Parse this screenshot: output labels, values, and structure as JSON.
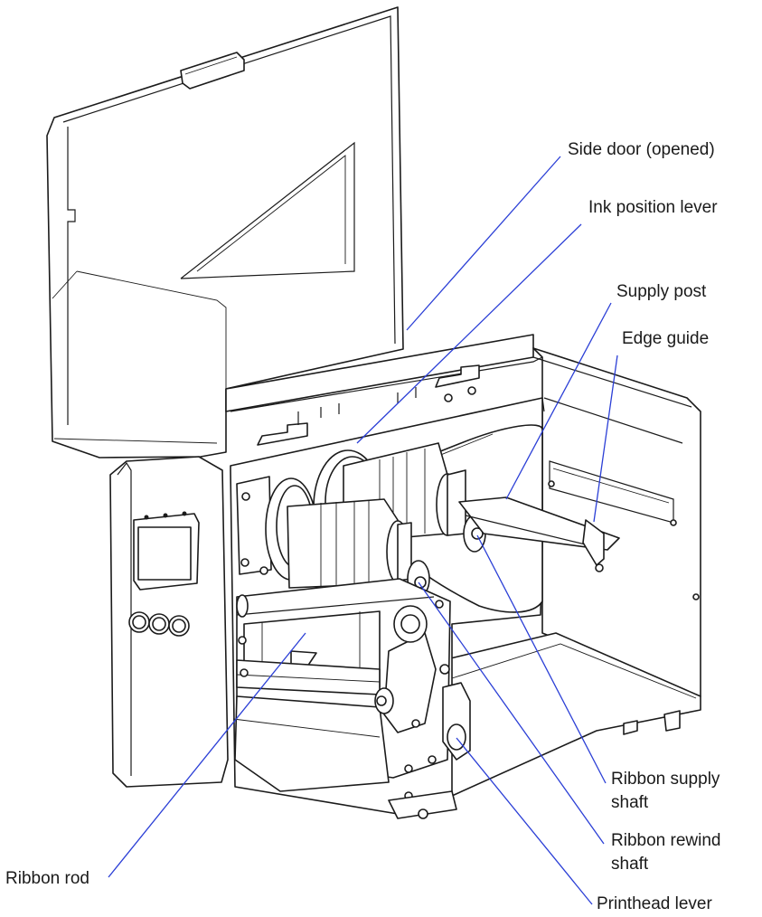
{
  "labels": {
    "side_door": "Side door (opened)",
    "ink_position_lever": "Ink position lever",
    "supply_post": "Supply post",
    "edge_guide": "Edge guide",
    "ribbon_supply_shaft_1": "Ribbon supply",
    "ribbon_supply_shaft_2": "shaft",
    "ribbon_rewind_shaft_1": "Ribbon rewind",
    "ribbon_rewind_shaft_2": "shaft",
    "ribbon_rod": "Ribbon rod",
    "printhead_lever": "Printhead lever"
  },
  "colors": {
    "leader_line": "#2b3fd6",
    "outline": "#1b1b1b",
    "background": "#ffffff"
  }
}
